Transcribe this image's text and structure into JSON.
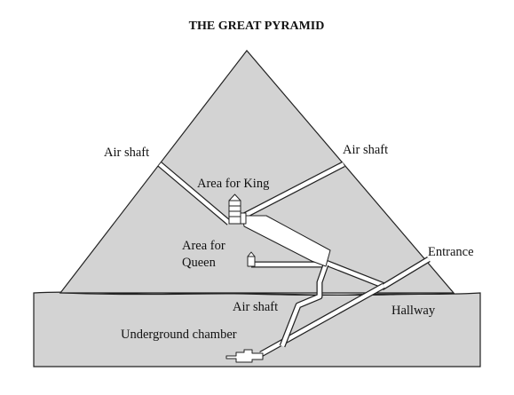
{
  "diagram": {
    "title": "THE GREAT PYRAMID",
    "labels": {
      "air_shaft_left": "Air shaft",
      "air_shaft_right": "Air shaft",
      "area_for_king": "Area for King",
      "area_for_queen_line1": "Area for",
      "area_for_queen_line2": "Queen",
      "entrance": "Entrance",
      "air_shaft_bottom": "Air shaft",
      "hallway": "Hallway",
      "underground_chamber": "Underground chamber"
    },
    "colors": {
      "stone": "#d3d3d3",
      "outline": "#222222",
      "passage": "#ffffff"
    }
  }
}
